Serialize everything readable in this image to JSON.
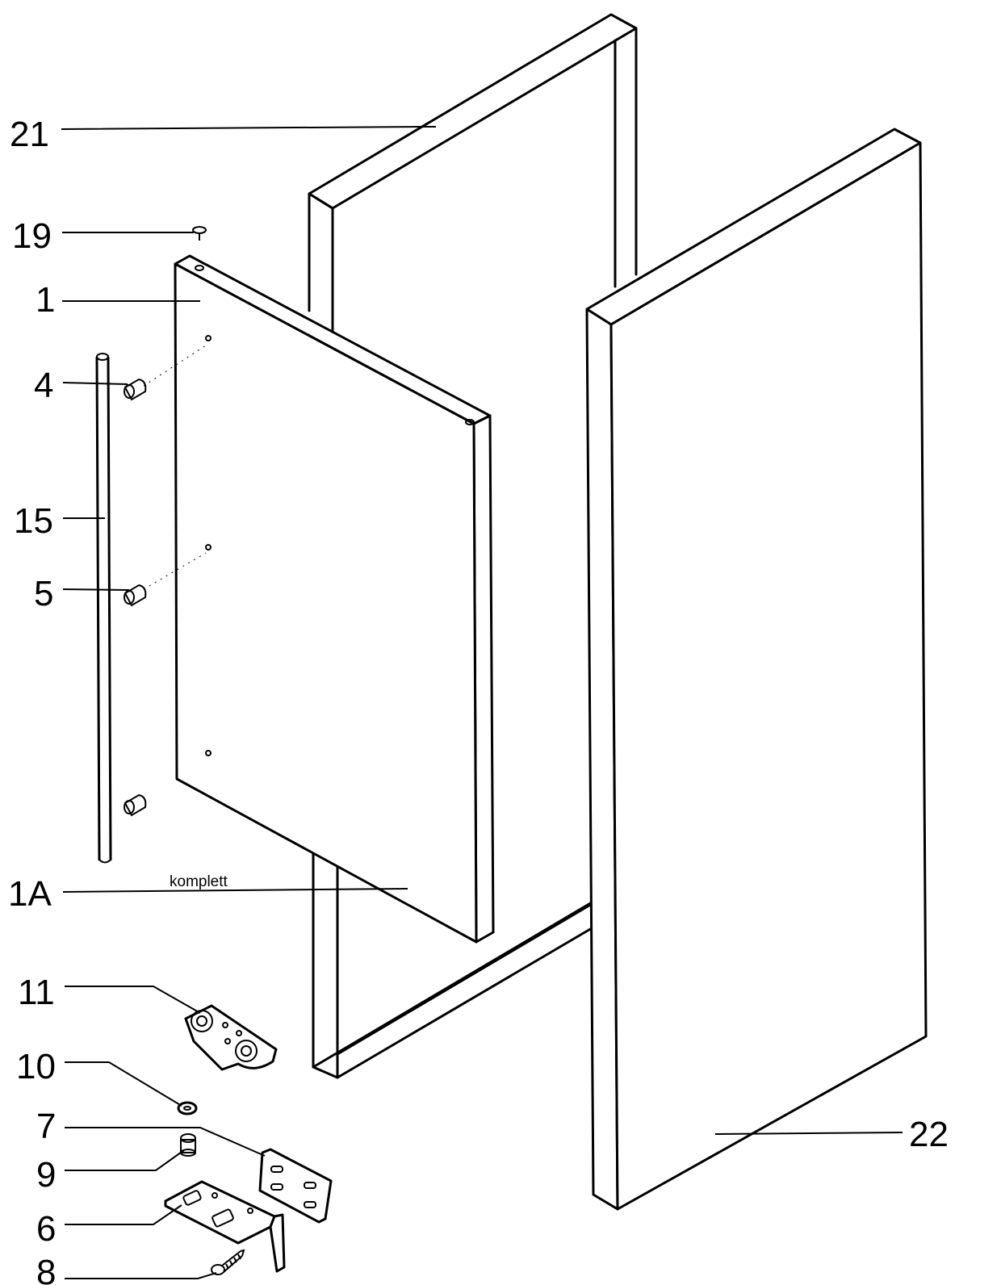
{
  "callouts": {
    "c21": "21",
    "c19": "19",
    "c1": "1",
    "c4": "4",
    "c15": "15",
    "c5": "5",
    "c1A": "1A",
    "c11": "11",
    "c10": "10",
    "c7": "7",
    "c9": "9",
    "c6": "6",
    "c8": "8",
    "c22": "22"
  },
  "notes": {
    "komplett": "komplett"
  }
}
